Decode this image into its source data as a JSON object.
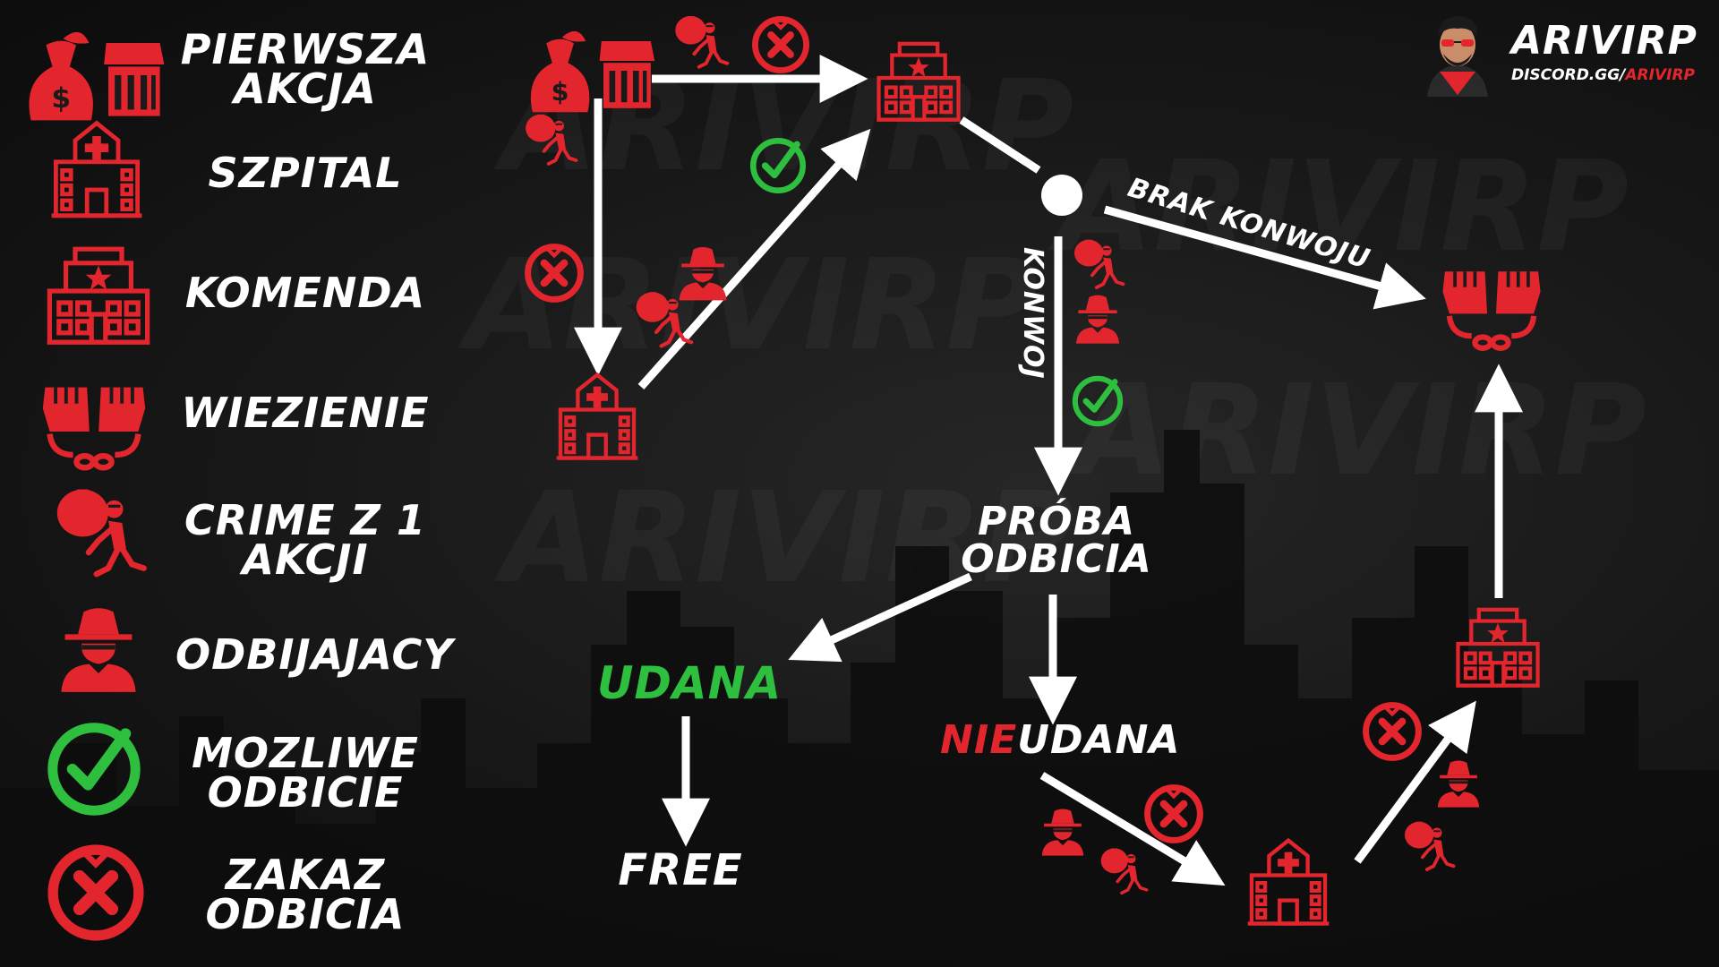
{
  "brand": {
    "name": "ARIVIRP",
    "discord_prefix": "DISCORD.GG/",
    "discord_handle": "ARIVIRP"
  },
  "watermark": "ARIVIRP",
  "legend": [
    {
      "label": "PIERWSZA AKCJA",
      "icon": "money-bag-icon"
    },
    {
      "label": "SZPITAL",
      "icon": "hospital-icon"
    },
    {
      "label": "KOMENDA",
      "icon": "police-station-icon"
    },
    {
      "label": "WIEZIENIE",
      "icon": "handcuffs-icon"
    },
    {
      "label": "CRIME Z 1 AKCJI",
      "icon": "robber-icon"
    },
    {
      "label": "ODBIJAJACY",
      "icon": "spy-icon"
    },
    {
      "label": "MOZLIWE ODBICIE",
      "icon": "check-circle-icon"
    },
    {
      "label": "ZAKAZ ODBICIA",
      "icon": "x-circle-icon"
    }
  ],
  "flow": {
    "attempt_line1": "PRÓBA",
    "attempt_line2": "ODBICIA",
    "success": "UDANA",
    "fail_prefix": "NIE",
    "fail_suffix": "UDANA",
    "free": "FREE",
    "convoy": "KONWOJ",
    "no_convoy": "BRAK KONWOJU"
  },
  "colors": {
    "red": "#e3262d",
    "green": "#2fbf3f",
    "white": "#ffffff"
  }
}
